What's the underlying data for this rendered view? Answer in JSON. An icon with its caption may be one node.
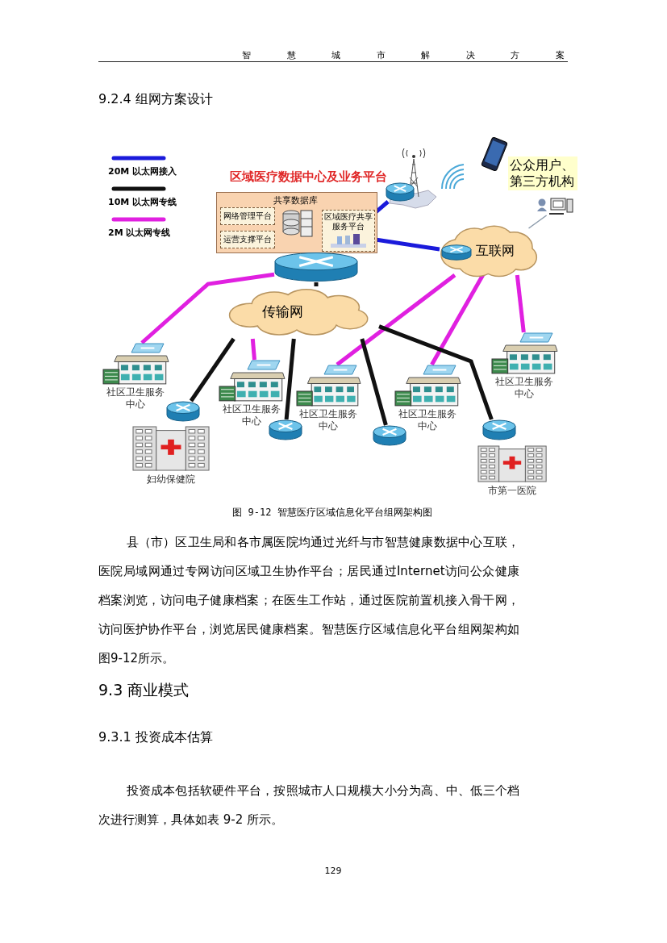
{
  "diagram": {
    "caption": "图 9-12 智慧医疗区域信息化平台组网架构图",
    "nodes": [
      {
        "text": [
          "区域医疗数据中心及业务平台",
          "共享数据库"
        ]
      },
      {
        "text": [
          "网络管理平台"
        ],
        "in": 0
      },
      {
        "text": [
          "运营支撑平台"
        ],
        "in": 0
      },
      {
        "text": [
          "区域医疗共享服务平台"
        ],
        "in": 0
      },
      {
        "text": [],
        "shape": "cylinder"
      },
      {
        "text": [],
        "shape": "cylinder"
      },
      {
        "text": [
          "公众用户、第三方机构"
        ]
      },
      {
        "text": [],
        "shape": "picture"
      },
      {
        "text": [
          "互联网"
        ]
      },
      {
        "text": [
          "传输网"
        ]
      },
      {
        "text": [
          "社区卫生服务中心"
        ]
      },
      {
        "text": [
          "社区卫生服务中心"
        ]
      },
      {
        "text": [
          "社区卫生服务中心"
        ]
      },
      {
        "text": [
          "社区卫生服务中心"
        ]
      },
      {
        "text": [
          "社区卫生服务中心"
        ]
      },
      {
        "text": [],
        "shape": "cylinder"
      },
      {
        "text": [
          "妇幼保健院"
        ]
      },
      {
        "text": [],
        "shape": "cylinder"
      },
      {
        "text": [],
        "shape": "cylinder"
      },
      {
        "text": [],
        "shape": "cylinder"
      },
      {
        "text": [
          "市第一医院"
        ]
      }
    ],
    "edges": [
      {
        "from": 3,
        "to": 5,
        "arrow": "none",
        "color": "#1a1adb"
      },
      {
        "from": 3,
        "to": 8,
        "arrow": "none",
        "color": "#1a1adb"
      },
      {
        "from": 8,
        "to": 7,
        "arrow": "none",
        "color": "#8a9aaa"
      },
      {
        "from": 4,
        "to": 9,
        "arrow": "none"
      },
      {
        "from": 4,
        "to": 10,
        "arrow": "none",
        "color": "#e020e0"
      },
      {
        "from": 9,
        "to": 11,
        "arrow": "none",
        "color": "#e020e0"
      },
      {
        "from": 8,
        "to": 12,
        "arrow": "none",
        "color": "#e020e0"
      },
      {
        "from": 8,
        "to": 13,
        "arrow": "none",
        "color": "#e020e0"
      },
      {
        "from": 8,
        "to": 14,
        "arrow": "none",
        "color": "#e020e0"
      },
      {
        "from": 9,
        "to": 15,
        "arrow": "none"
      },
      {
        "from": 9,
        "to": 17,
        "arrow": "none"
      },
      {
        "from": 9,
        "to": 18,
        "arrow": "none"
      },
      {
        "from": 9,
        "to": 19,
        "arrow": "none"
      }
    ],
    "labels": [
      "智慧城市解决方案",
      "9.2.4 组网方案设计",
      "县（市）区卫生局和各市属医院均通过光纤与市智慧健康数据中心互联，医院局域网通过专网访问区域卫生协作平台；居民通过Internet访问公众健康档案浏览，访问电子健康档案；在医生工作站，通过医院前置机接入骨干网，访问医护协作平台，浏览居民健康档案。智慧医疗区域信息化平台组网架构如图9-12所示。",
      "9.3 商业模式",
      "9.3.1 投资成本估算",
      "投资成本包括软硬件平台，按照城市人口规模大小分为高、中、低三个档次进行测算，具体如表 9-2 所示。",
      "129"
    ],
    "legend": [
      {
        "text": "20M 以太网接入"
      },
      {
        "text": "10M 以太网专线"
      },
      {
        "text": "2M 以太网专线"
      }
    ]
  }
}
